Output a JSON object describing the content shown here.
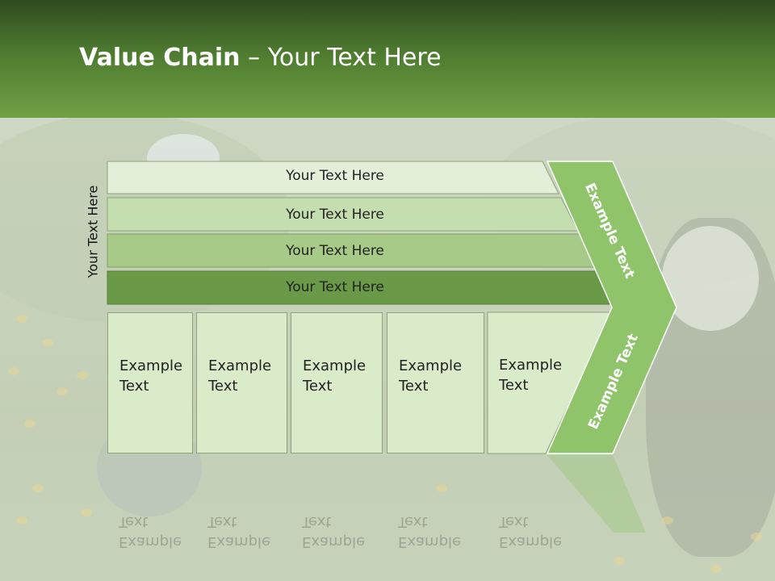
{
  "slide": {
    "title_bold": "Value Chain",
    "title_rest": " – Your Text Here",
    "side_label": "Your Text Here"
  },
  "rows": [
    {
      "label": "Your Text Here"
    },
    {
      "label": "Your Text Here"
    },
    {
      "label": "Your Text Here"
    },
    {
      "label": "Your Text Here"
    }
  ],
  "cells": [
    {
      "label": "Example Text"
    },
    {
      "label": "Example Text"
    },
    {
      "label": "Example Text"
    },
    {
      "label": "Example Text"
    },
    {
      "label": "Example Text"
    }
  ],
  "chevron": {
    "upper_label": "Example Text",
    "lower_label": "Example Text"
  },
  "colors": {
    "header": "#4e7b2f",
    "row1": "#e3efd9",
    "row2": "#c5deb0",
    "row3": "#a7ca88",
    "row4": "#6a9a48",
    "cell": "#d9ebc9",
    "chevron": "#8fc46a"
  }
}
